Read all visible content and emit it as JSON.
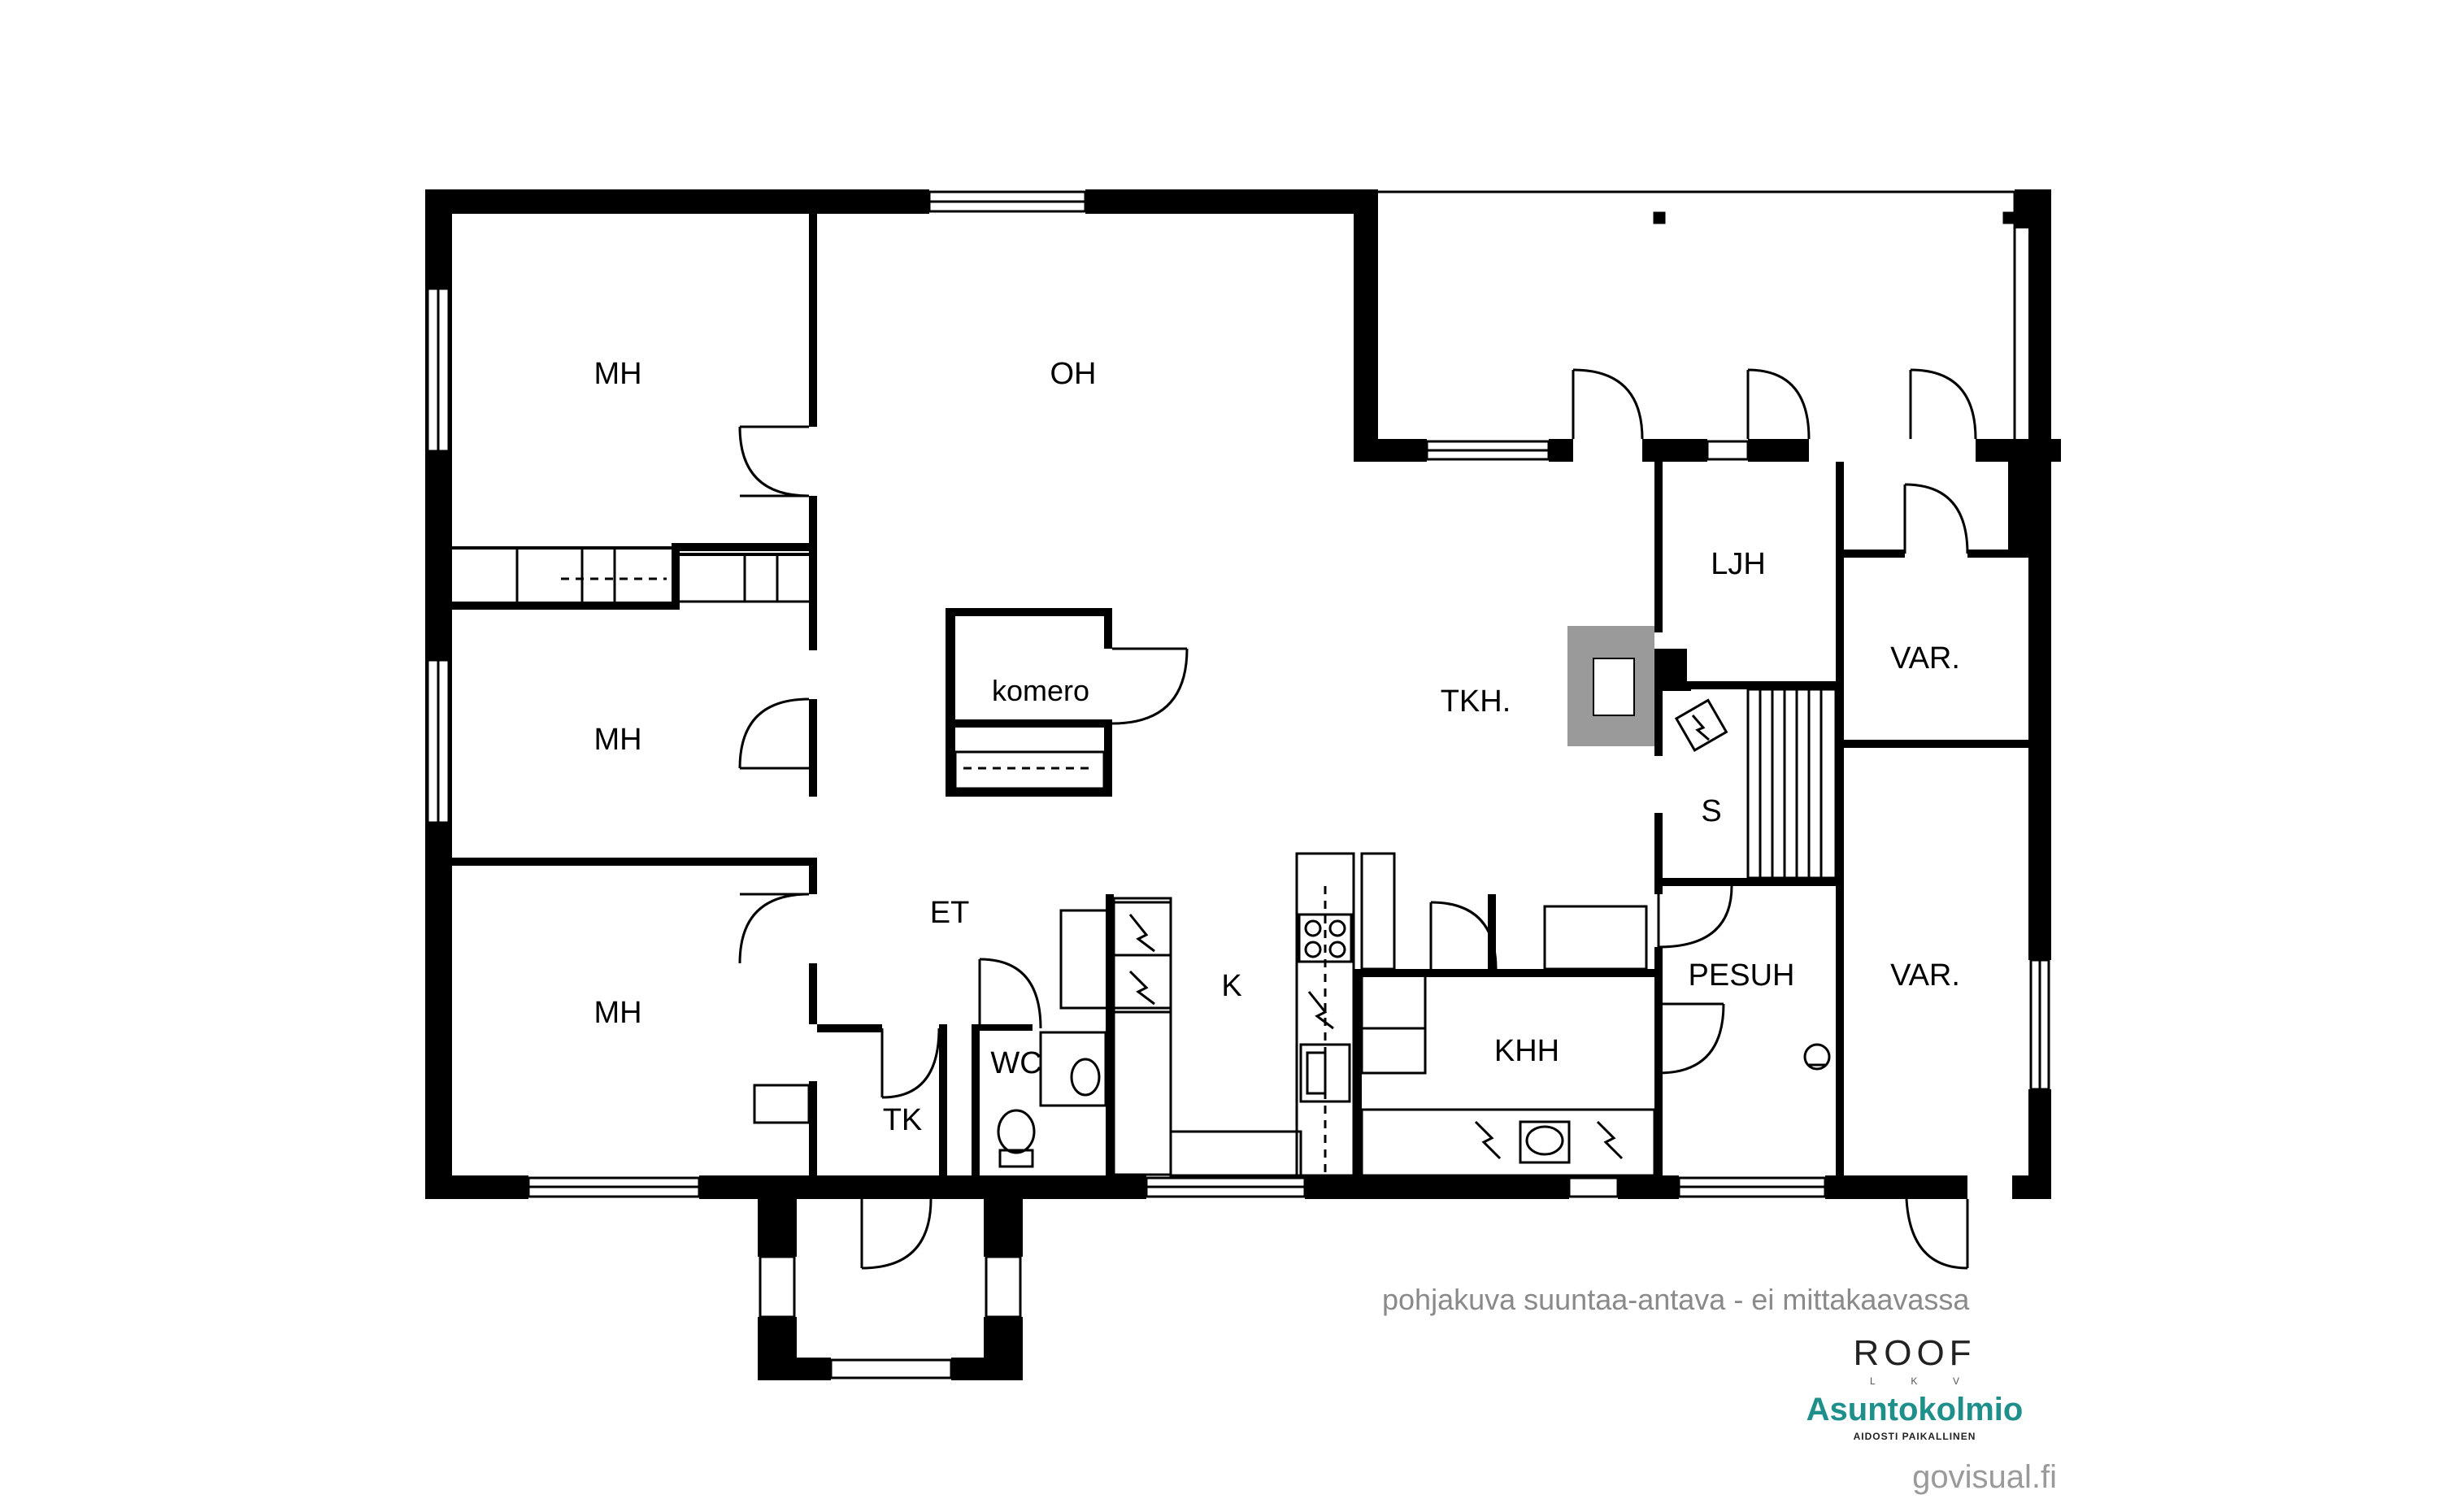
{
  "rooms": {
    "mh_top": "MH",
    "mh_middle": "MH",
    "mh_bottom": "MH",
    "oh": "OH",
    "komero": "komero",
    "tkh": "TKH.",
    "et": "ET",
    "k": "K",
    "wc": "WC",
    "tk": "TK",
    "khh": "KHH",
    "ljh": "LJH",
    "var_top": "VAR.",
    "var_bottom": "VAR.",
    "s": "S",
    "pesuh": "PESUH"
  },
  "footer": {
    "disclaimer": "pohjakuva suuntaa-antava - ei mittakaavassa",
    "logo_roof": "ROOF",
    "logo_roof_sub": [
      "L",
      "K",
      "V"
    ],
    "logo_brand": "Asuntokolmio",
    "logo_brand_sub": "AIDOSTI PAIKALLINEN",
    "credit": "govisual.fi"
  },
  "colors": {
    "wall": "#000000",
    "fixture": "#000000",
    "fireplace": "#9a9a9a",
    "brand": "#1e8f8a"
  }
}
